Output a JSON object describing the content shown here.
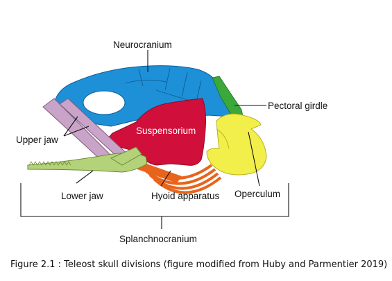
{
  "labels": {
    "neurocranium": "Neurocranium",
    "pectoral_girdle": "Pectoral girdle",
    "suspensorium": "Suspensorium",
    "upper_jaw": "Upper jaw",
    "lower_jaw": "Lower jaw",
    "hyoid_apparatus": "Hyoid apparatus",
    "operculum": "Operculum",
    "splanchnocranium": "Splanchnocranium"
  },
  "caption": "Figure 2.1 : Teleost skull divisions (figure modified from Huby and Parmentier 2019)",
  "colors": {
    "neurocranium": "#1e90d8",
    "suspensorium": "#d0103a",
    "pectoral_girdle": "#3aa83a",
    "operculum": "#f2ee4a",
    "upper_jaw": "#c9a4c8",
    "lower_jaw": "#b4d27a",
    "hyoid_apparatus": "#e8641c"
  }
}
